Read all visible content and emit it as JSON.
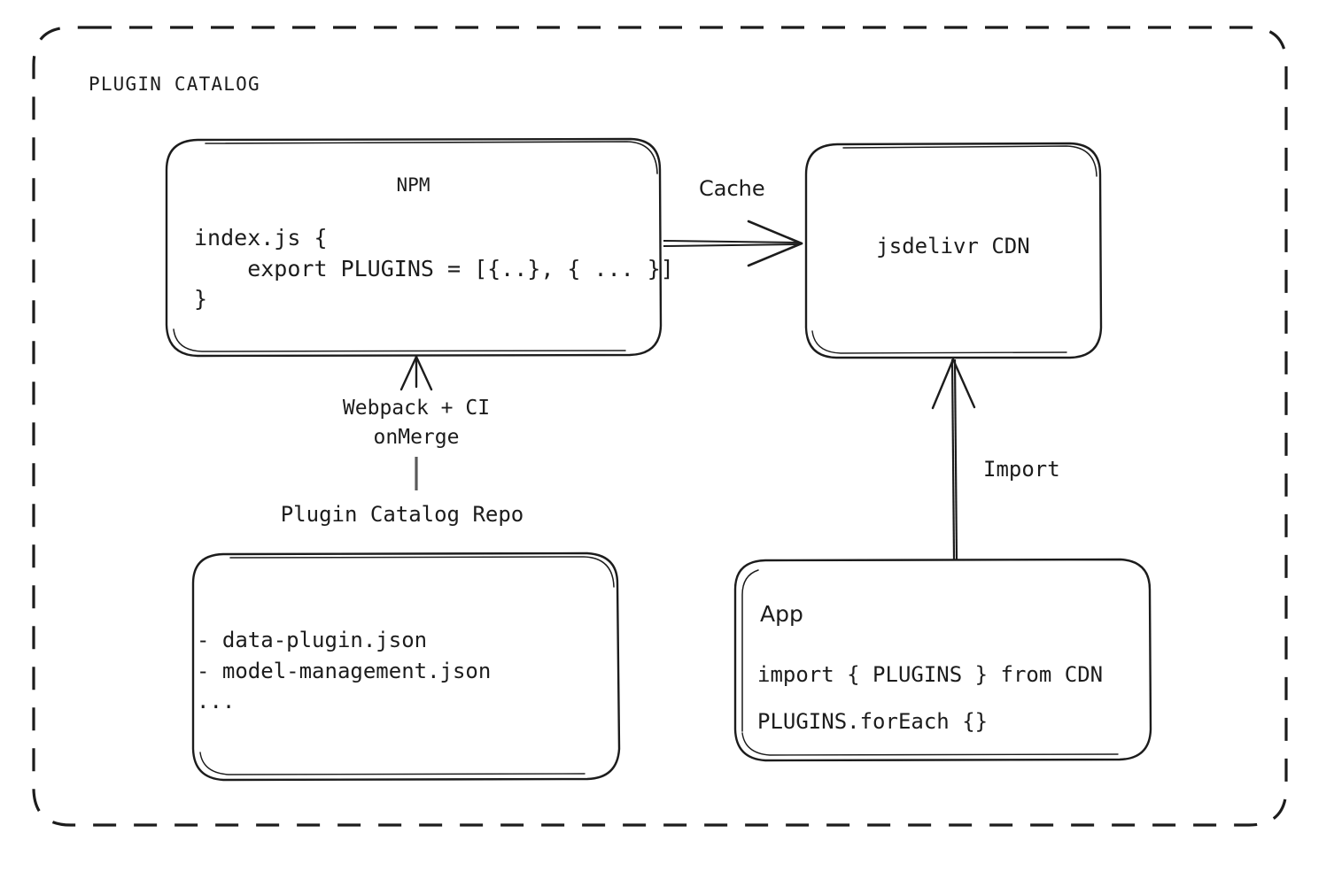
{
  "container": {
    "title": "PLUGIN CATALOG",
    "border_style": "dashed",
    "border_color": "#1c1c1c"
  },
  "nodes": {
    "npm": {
      "title": "NPM",
      "code": "index.js {\n    export PLUGINS = [{..}, { ... }]\n}"
    },
    "cdn": {
      "title": "jsdelivr CDN"
    },
    "repo": {
      "caption": "Plugin Catalog Repo",
      "items": "- data-plugin.json\n- model-management.json\n..."
    },
    "app": {
      "title": "App",
      "line1": "import { PLUGINS } from CDN",
      "line2": "PLUGINS.forEach {}"
    }
  },
  "edges": {
    "cache": {
      "label": "Cache",
      "from": "npm",
      "to": "cdn",
      "direction": "right"
    },
    "webpack": {
      "label": "Webpack + CI\nonMerge",
      "from": "repo",
      "to": "npm",
      "direction": "up"
    },
    "import": {
      "label": "Import",
      "from": "app",
      "to": "cdn",
      "direction": "up"
    }
  },
  "colors": {
    "ink": "#1c1c1c",
    "background": "#ffffff"
  }
}
